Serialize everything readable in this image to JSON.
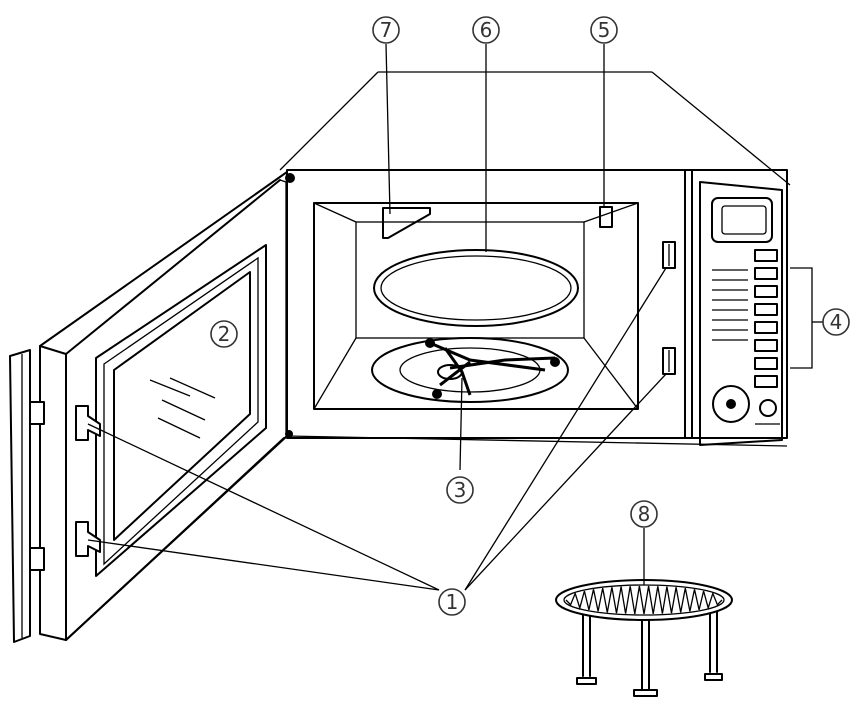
{
  "callouts": [
    {
      "id": "1",
      "label": "①"
    },
    {
      "id": "2",
      "label": "②"
    },
    {
      "id": "3",
      "label": "③"
    },
    {
      "id": "4",
      "label": "④"
    },
    {
      "id": "5",
      "label": "⑤"
    },
    {
      "id": "6",
      "label": "⑥"
    },
    {
      "id": "7",
      "label": "⑦"
    },
    {
      "id": "8",
      "label": "⑧"
    }
  ],
  "colors": {
    "line": "#000000",
    "background": "#ffffff"
  }
}
